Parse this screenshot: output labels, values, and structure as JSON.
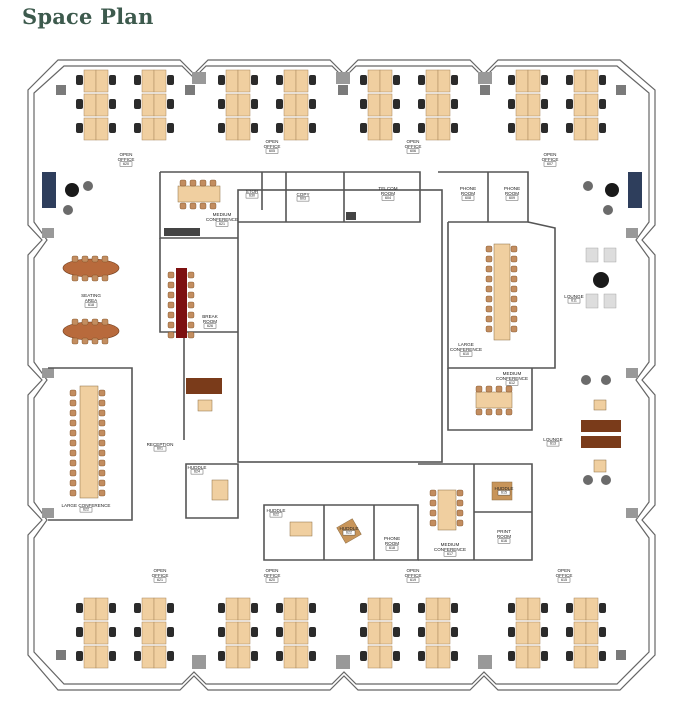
{
  "title": "Space Plan",
  "rooms": [
    {
      "id": "open-office-nw",
      "label": [
        "OPEN",
        "OFFICE"
      ],
      "number": "620"
    },
    {
      "id": "open-office-n1",
      "label": [
        "OPEN",
        "OFFICE"
      ],
      "number": "605"
    },
    {
      "id": "open-office-n2",
      "label": [
        "OPEN",
        "OFFICE"
      ],
      "number": "606"
    },
    {
      "id": "open-office-ne",
      "label": [
        "OPEN",
        "OFFICE"
      ],
      "number": "607"
    },
    {
      "id": "stor",
      "label": [
        "STOR"
      ],
      "number": "630"
    },
    {
      "id": "copy",
      "label": [
        "COPY"
      ],
      "number": "603"
    },
    {
      "id": "telcom",
      "label": [
        "TELCOM",
        "ROOM"
      ],
      "number": "604"
    },
    {
      "id": "med-conf-nw",
      "label": [
        "MEDIUM",
        "CONFERENCE"
      ],
      "number": "621"
    },
    {
      "id": "phone-1",
      "label": [
        "PHONE",
        "ROOM"
      ],
      "number": "608"
    },
    {
      "id": "phone-2",
      "label": [
        "PHONE",
        "ROOM"
      ],
      "number": "609"
    },
    {
      "id": "seating",
      "label": [
        "SEATING",
        "AREA"
      ],
      "number": "618"
    },
    {
      "id": "break",
      "label": [
        "BREAK",
        "ROOM"
      ],
      "number": "626"
    },
    {
      "id": "large-conf-e",
      "label": [
        "LARGE",
        "CONFERENCE"
      ],
      "number": "610"
    },
    {
      "id": "lounge-1",
      "label": [
        "LOUNGE"
      ],
      "number": "611"
    },
    {
      "id": "med-conf-e",
      "label": [
        "MEDIUM",
        "CONFERENCE"
      ],
      "number": "612"
    },
    {
      "id": "reception",
      "label": [
        "RECEPTION"
      ],
      "number": "601"
    },
    {
      "id": "lounge-2",
      "label": [
        "LOUNGE"
      ],
      "number": "613"
    },
    {
      "id": "huddle-w",
      "label": [
        "HUDDLE"
      ],
      "number": "624"
    },
    {
      "id": "large-conf-w",
      "label": [
        "LARGE CONFERENCE"
      ],
      "number": "622"
    },
    {
      "id": "huddle-s1",
      "label": [
        "HUDDLE"
      ],
      "number": "622"
    },
    {
      "id": "huddle-s2",
      "label": [
        "HUDDLE"
      ],
      "number": "622"
    },
    {
      "id": "phone-s",
      "label": [
        "PHONE",
        "ROOM"
      ],
      "number": "618"
    },
    {
      "id": "med-conf-s",
      "label": [
        "MEDIUM",
        "CONFERENCE"
      ],
      "number": "617"
    },
    {
      "id": "huddle-se",
      "label": [
        "HUDDLE"
      ],
      "number": "615"
    },
    {
      "id": "print",
      "label": [
        "PRINT",
        "ROOM"
      ],
      "number": "616"
    },
    {
      "id": "open-office-sw",
      "label": [
        "OPEN",
        "OFFICE"
      ],
      "number": "621"
    },
    {
      "id": "open-office-s1",
      "label": [
        "OPEN",
        "OFFICE"
      ],
      "number": "620"
    },
    {
      "id": "open-office-s2",
      "label": [
        "OPEN",
        "OFFICE"
      ],
      "number": "619"
    },
    {
      "id": "open-office-se",
      "label": [
        "OPEN",
        "OFFICE"
      ],
      "number": "615"
    }
  ],
  "colors": {
    "title": "#3d5a4d",
    "wall": "#555555",
    "desk": "#f0cfa0",
    "chair": "#2b2b2b",
    "table_wood": "#b86a3c",
    "conf_chair": "#c28d60",
    "sofa": "#2e3e5c"
  }
}
